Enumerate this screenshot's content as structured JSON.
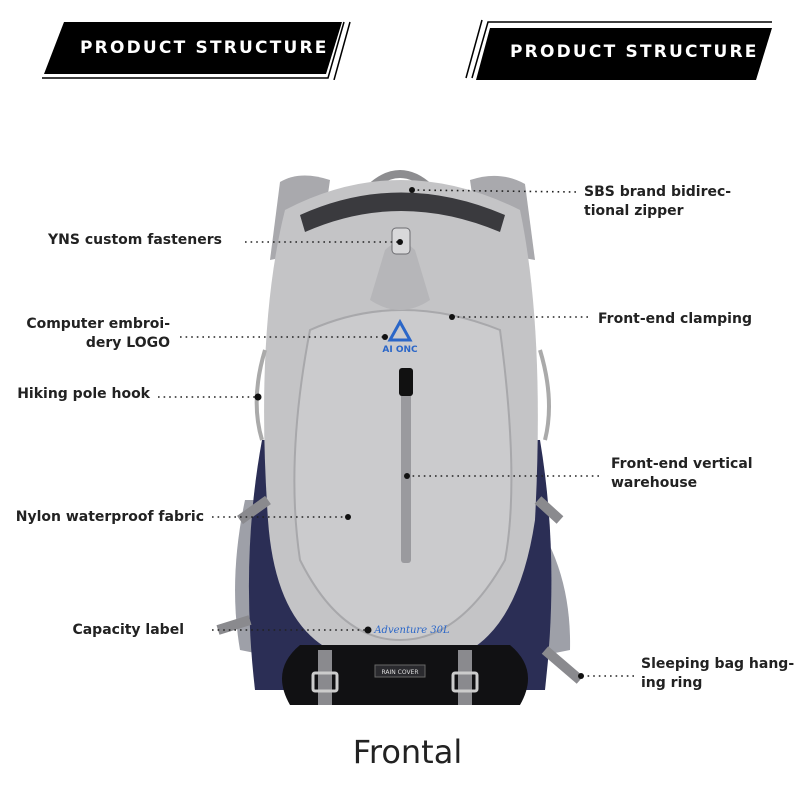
{
  "banners": {
    "left": "PRODUCT STRUCTURE",
    "right": "PRODUCT STRUCTURE"
  },
  "labels": {
    "zipper": [
      "SBS brand bidirec-",
      "tional zipper"
    ],
    "fasteners": "YNS custom fasteners",
    "clamping": "Front-end clamping",
    "logo": [
      "Computer embroi-",
      "dery LOGO"
    ],
    "pole_hook": "Hiking pole hook",
    "warehouse": [
      "Front-end vertical",
      "warehouse"
    ],
    "fabric": "Nylon waterproof fabric",
    "capacity": "Capacity label",
    "sleeping_ring": [
      "Sleeping bag hang-",
      "ing ring"
    ]
  },
  "product_lettering": {
    "brand_logo": "AI ONC",
    "capacity_mark": "Adventure 30L",
    "rain_cover_tag": "RAIN COVER"
  },
  "caption": "Frontal",
  "colors": {
    "banner": "#000000",
    "body": "#c4c4c6",
    "navy": "#2b2e55",
    "logo_blue": "#2a66c8",
    "text": "#222222"
  }
}
